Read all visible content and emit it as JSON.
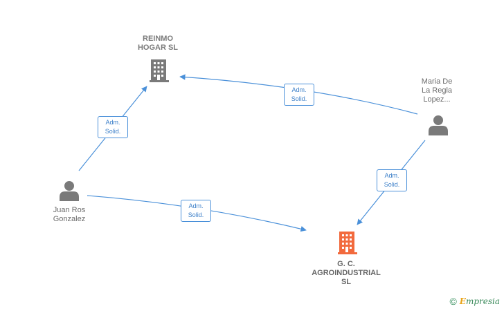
{
  "nodes": {
    "reinmo": {
      "label": "REINMO\nHOGAR SL",
      "kind": "company",
      "color": "#7a7a7a"
    },
    "gc": {
      "label": "G. C.\nAGROINDUSTRIAL\nSL",
      "kind": "company",
      "color": "#f26a3d"
    },
    "juan": {
      "label": "Juan Ros\nGonzalez",
      "kind": "person",
      "color": "#7a7a7a"
    },
    "maria": {
      "label": "Maria De\nLa Regla\nLopez...",
      "kind": "person",
      "color": "#7a7a7a"
    }
  },
  "edges": [
    {
      "from": "juan",
      "to": "reinmo",
      "label_line1": "Adm.",
      "label_line2": "Solid."
    },
    {
      "from": "maria",
      "to": "reinmo",
      "label_line1": "Adm.",
      "label_line2": "Solid."
    },
    {
      "from": "juan",
      "to": "gc",
      "label_line1": "Adm.",
      "label_line2": "Solid."
    },
    {
      "from": "maria",
      "to": "gc",
      "label_line1": "Adm.",
      "label_line2": "Solid."
    }
  ],
  "colors": {
    "edge": "#4a90d9",
    "highlight": "#f26a3d",
    "neutral": "#7a7a7a"
  },
  "footer": {
    "copyright_symbol": "©",
    "brand_first": "E",
    "brand_rest": "mpresia"
  }
}
